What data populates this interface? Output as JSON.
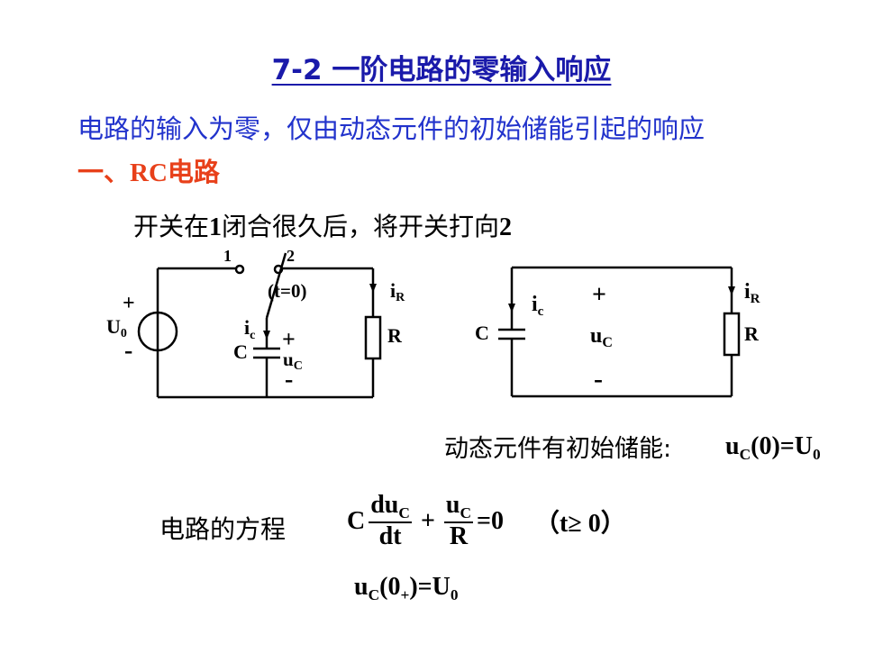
{
  "title": "7-2 一阶电路的零输入响应",
  "subtitle": "电路的输入为零，仅由动态元件的初始储能引起的响应",
  "section": {
    "prefix": "一、",
    "rc": "RC",
    "suffix": "电路"
  },
  "switch_desc": {
    "p1": "开关在",
    "n1": "1",
    "p2": "闭合很久后，将开关打向",
    "n2": "2"
  },
  "circuit1": {
    "pos1": "1",
    "pos2": "2",
    "switch_time": "(t=0)",
    "source_plus": "+",
    "source_label": "U",
    "source_sub": "0",
    "source_minus": "-",
    "cap_current": "i",
    "cap_current_sub": "c",
    "cap_label": "C",
    "cap_plus": "+",
    "cap_voltage": "u",
    "cap_voltage_sub": "C",
    "cap_minus": "-",
    "res_current": "i",
    "res_current_sub": "R",
    "res_label": "R"
  },
  "circuit2": {
    "cap_label": "C",
    "cap_current": "i",
    "cap_current_sub": "c",
    "plus": "+",
    "voltage": "u",
    "voltage_sub": "C",
    "minus": "-",
    "res_current": "i",
    "res_current_sub": "R",
    "res_label": "R"
  },
  "initial_energy": {
    "label": "动态元件有初始储能:",
    "eq_u": "u",
    "eq_sub": "C",
    "eq_rest": "(0)=U",
    "eq_sub2": "0"
  },
  "equation": {
    "label": "电路的方程",
    "c": "C",
    "num1": "du",
    "num1_sub": "C",
    "den1": "dt",
    "plus": "+",
    "num2": "u",
    "num2_sub": "C",
    "den2": "R",
    "rhs": "=0",
    "condition": "（t≥ 0）"
  },
  "initial_condition": {
    "u": "u",
    "sub": "C",
    "paren": "(0",
    "plus_sub": "+",
    "rest": ")=U",
    "sub2": "0"
  }
}
